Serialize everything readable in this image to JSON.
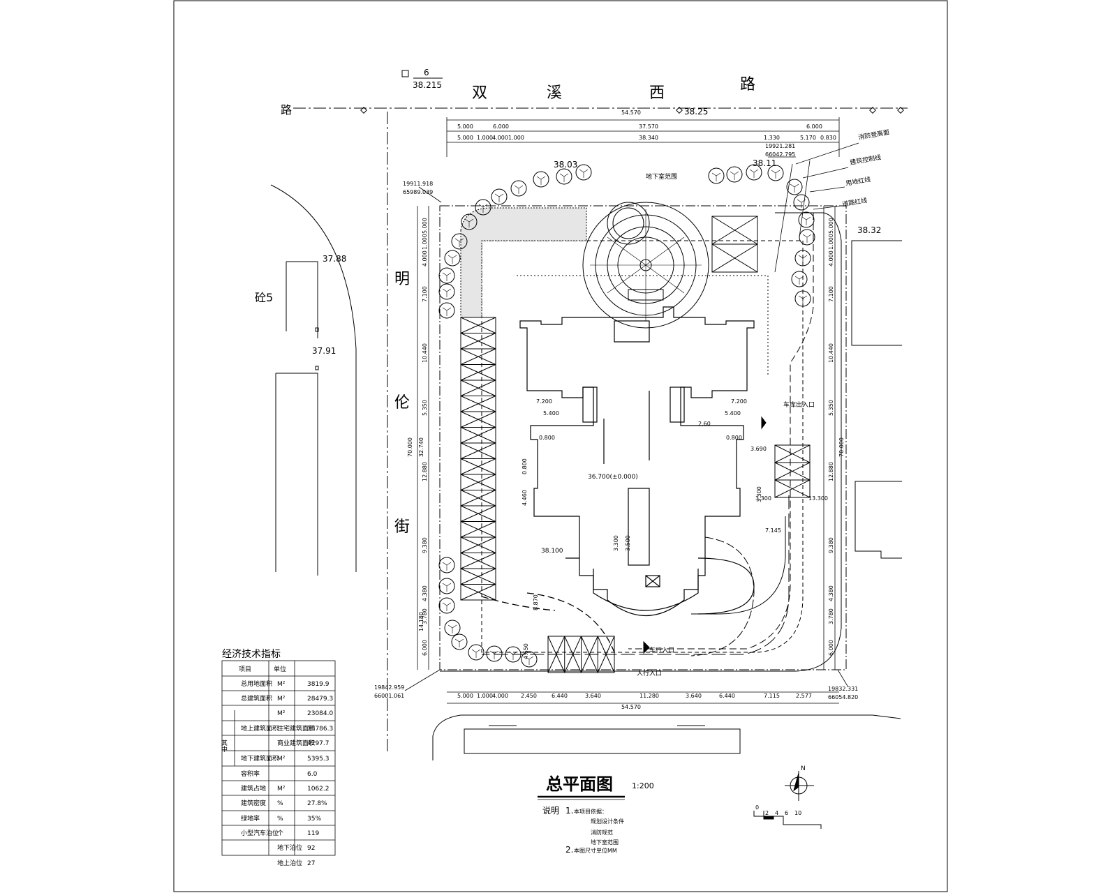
{
  "drawing": {
    "title": "总平面图",
    "scale": "1:200",
    "notes": {
      "heading": "说明",
      "item1_num": "1.",
      "item1_lines": [
        "本项目依据：",
        "规划设计条件",
        "消防规范",
        "地下室范围"
      ],
      "item2_num": "2.",
      "item2_text": "本图尺寸单位MM"
    }
  },
  "roads": {
    "north_name": [
      "双",
      "溪",
      "西",
      "路"
    ],
    "west_name": [
      "明",
      "伦",
      "街"
    ],
    "corner_char": "路",
    "north_elev_label": "6",
    "north_elev": "38.215",
    "building_label": "砼5"
  },
  "elevations": [
    "38.25",
    "38.03",
    "38.11",
    "38.32",
    "37.88",
    "37.91",
    "36.700(±0.000)",
    "38.100"
  ],
  "coordinates": [
    {
      "x": "19911.918",
      "y": "65989.039"
    },
    {
      "x": "19921.281",
      "y": "66042.795"
    },
    {
      "x": "19842.959",
      "y": "66001.061"
    },
    {
      "x": "19832.331",
      "y": "66054.820"
    }
  ],
  "callouts": [
    "消防登高面",
    "建筑控制线",
    "用地红线",
    "道路红线",
    "地下室范围",
    "车库出入口",
    "车行入口",
    "人行入口"
  ],
  "dimensions": {
    "top_row1": [
      "5.000",
      "6.000",
      "37.570",
      "6.000"
    ],
    "top_row2": [
      "5.000",
      "1.000",
      "4.000",
      "1.000",
      "38.340",
      "1.330",
      "5.170",
      "0.830"
    ],
    "top_total": "54.570",
    "bottom_row": [
      "5.000",
      "1.000",
      "4.000",
      "2.450",
      "6.440",
      "3.640",
      "11.280",
      "3.640",
      "6.440",
      "7.115",
      "2.577"
    ],
    "bottom_total": "54.570",
    "left_col": [
      "5.000",
      "1.000",
      "4.000",
      "7.100",
      "10.440",
      "5.350",
      "12.880",
      "9.380",
      "4.380",
      "3.780",
      "6.000"
    ],
    "left_totals": [
      "70.000",
      "32.740",
      "14.180"
    ],
    "right_col": [
      "5.000",
      "1.000",
      "4.000",
      "7.100",
      "10.440",
      "5.350",
      "12.880",
      "9.380",
      "4.380",
      "3.780",
      "6.000"
    ],
    "right_total": "70.000",
    "inner": [
      "7.200",
      "5.400",
      "7.200",
      "5.400",
      "0.800",
      "0.800",
      "3.690",
      "4.460",
      "0.800",
      "3.300",
      "3.300",
      "7.145",
      "13.300",
      "3.300",
      "3.500",
      "8.870",
      "4.650",
      "2.60"
    ]
  },
  "table": {
    "heading": "经济技术指标",
    "col_item": "项目",
    "col_unit": "单位",
    "rows": [
      {
        "item": "总用地面积",
        "unit": "M²",
        "value": "3819.9"
      },
      {
        "item": "总建筑面积",
        "unit": "M²",
        "value": "28479.3"
      },
      {
        "item": "",
        "unit": "M²",
        "value": "23084.0"
      },
      {
        "item": "地上建筑面积",
        "unit": "住宅建筑面积",
        "value": "18786.3"
      },
      {
        "item": "",
        "unit": "商业建筑面积",
        "value": "4297.7"
      },
      {
        "item": "地下建筑面积",
        "unit": "M²",
        "value": "5395.3"
      },
      {
        "item": "容积率",
        "unit": "",
        "value": "6.0"
      },
      {
        "item": "建筑占地",
        "unit": "M²",
        "value": "1062.2"
      },
      {
        "item": "建筑密度",
        "unit": "%",
        "value": "27.8%"
      },
      {
        "item": "绿地率",
        "unit": "%",
        "value": "35%"
      },
      {
        "item": "小型汽车泊位",
        "unit": "个",
        "value": "119"
      },
      {
        "item": "",
        "unit": "地下泊位",
        "value": "92"
      },
      {
        "item": "",
        "unit": "地上泊位",
        "value": "27"
      }
    ],
    "group_label": "其中"
  },
  "compass": {
    "north": "N"
  },
  "scale_bar": [
    "0",
    "2",
    "4",
    "6",
    "10"
  ]
}
